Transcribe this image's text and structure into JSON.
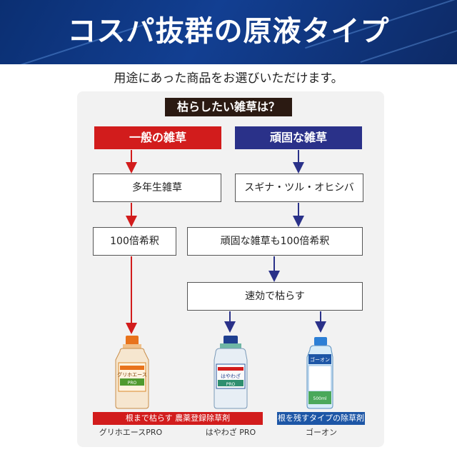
{
  "banner": {
    "title": "コスパ抜群の原液タイプ"
  },
  "subtitle": "用途にあった商品をお選びいただけます。",
  "question": "枯らしたい雑草は？",
  "branches": {
    "general": {
      "header": "一般の雑草",
      "weed": "多年生雑草",
      "dilution": "100倍希釈"
    },
    "stubborn": {
      "header": "頑固な雑草",
      "weed": "スギナ・ツル・オヒシバ",
      "dilution": "頑固な雑草も100倍希釈",
      "effect": "速効で枯らす"
    }
  },
  "labels": {
    "red": "根まで枯らす 農薬登録除草剤",
    "blue": "根を残すタイプの除草剤"
  },
  "products": [
    {
      "name": "グリホエースPRO",
      "brand": "グリホエース",
      "sub": "PRO",
      "cap_color": "#e8731c",
      "body_color": "#f6e6cf"
    },
    {
      "name": "はやわざ PRO",
      "brand": "はやわざ",
      "sub": "PRO",
      "cap_color": "#1f3f8f",
      "body_color": "#e7eef5"
    },
    {
      "name": "ゴーオン",
      "brand": "ゴーオン",
      "sub": "500ml",
      "cap_color": "#2c7fd6",
      "body_color": "#d7ecf8"
    }
  ],
  "colors": {
    "red": "#d21c1c",
    "blue": "#2a3189",
    "banner": "#123f92"
  }
}
